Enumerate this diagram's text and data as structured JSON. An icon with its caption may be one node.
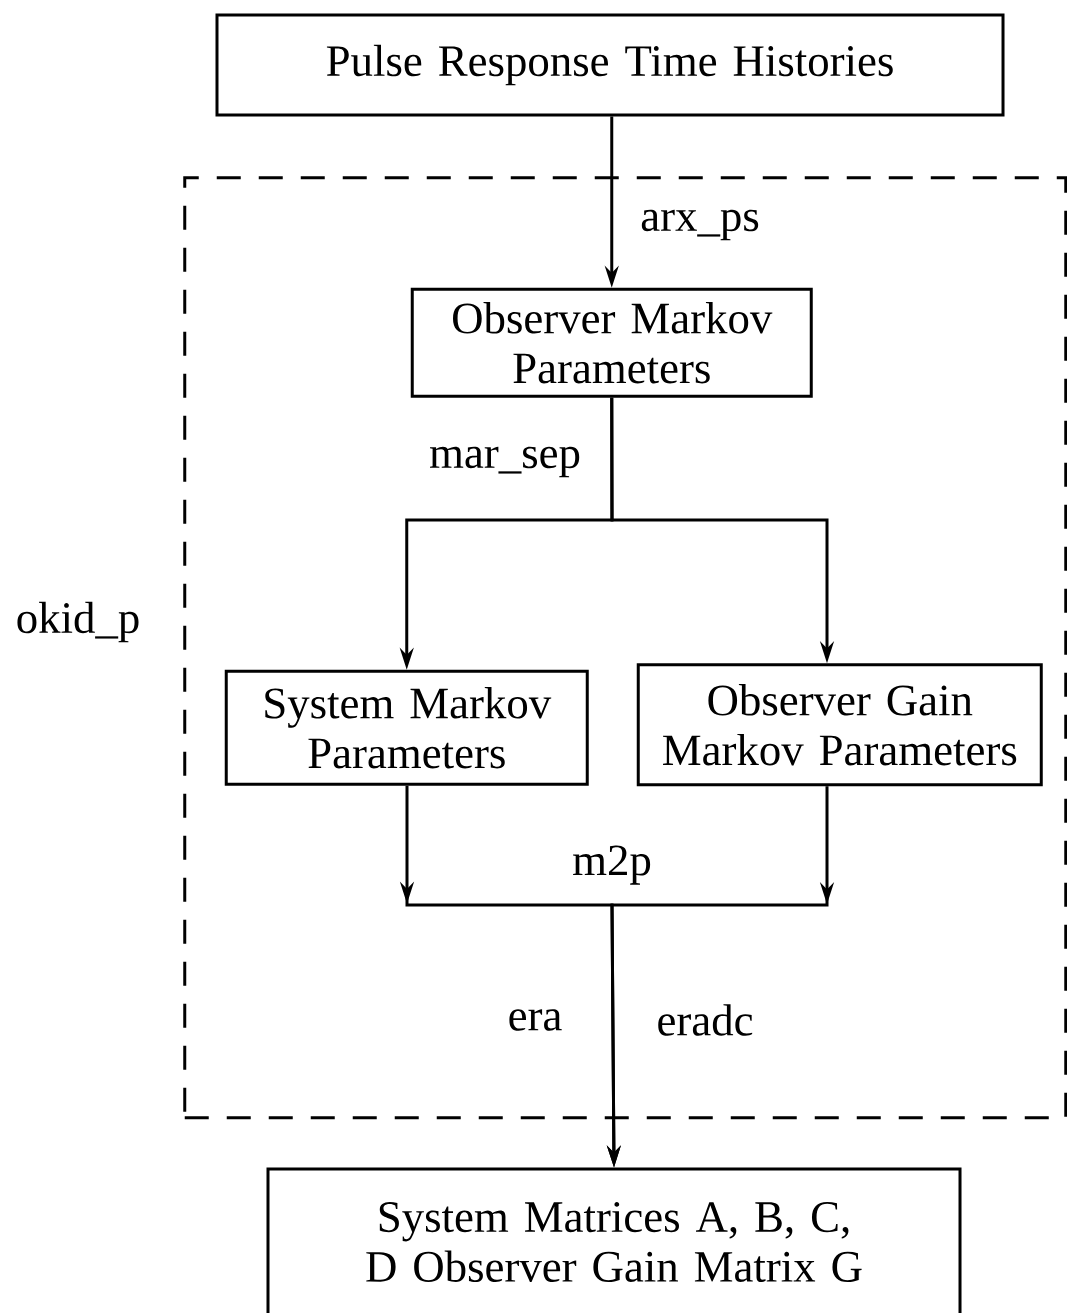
{
  "diagram": {
    "nodes": [
      {
        "text": [
          "Pulse Response Time Histories"
        ]
      },
      {
        "text": [
          "okid_p"
        ]
      },
      {
        "text": [
          "Observer Markov Parameters"
        ],
        "in": 1
      },
      {
        "text": [
          "System Markov Parameters"
        ],
        "in": 1
      },
      {
        "text": [
          "Observer Gain Markov Parameters"
        ],
        "in": 1
      },
      {
        "text": [
          "System Matrices A, B, C, D Observer Gain Matrix G"
        ]
      }
    ],
    "edges": [
      {
        "from": 0,
        "to": 2,
        "arrow": "to",
        "label": "arx_ps"
      },
      {
        "from": 2,
        "to": 3,
        "arrow": "to",
        "label": "mar_sep"
      },
      {
        "from": 2,
        "to": 4,
        "arrow": "to"
      },
      {
        "from": 3,
        "to": 5,
        "arrow": "to",
        "label": "m2p"
      },
      {
        "from": 4,
        "to": 5,
        "arrow": "to"
      }
    ],
    "labels": [
      "era",
      "eradc"
    ]
  }
}
